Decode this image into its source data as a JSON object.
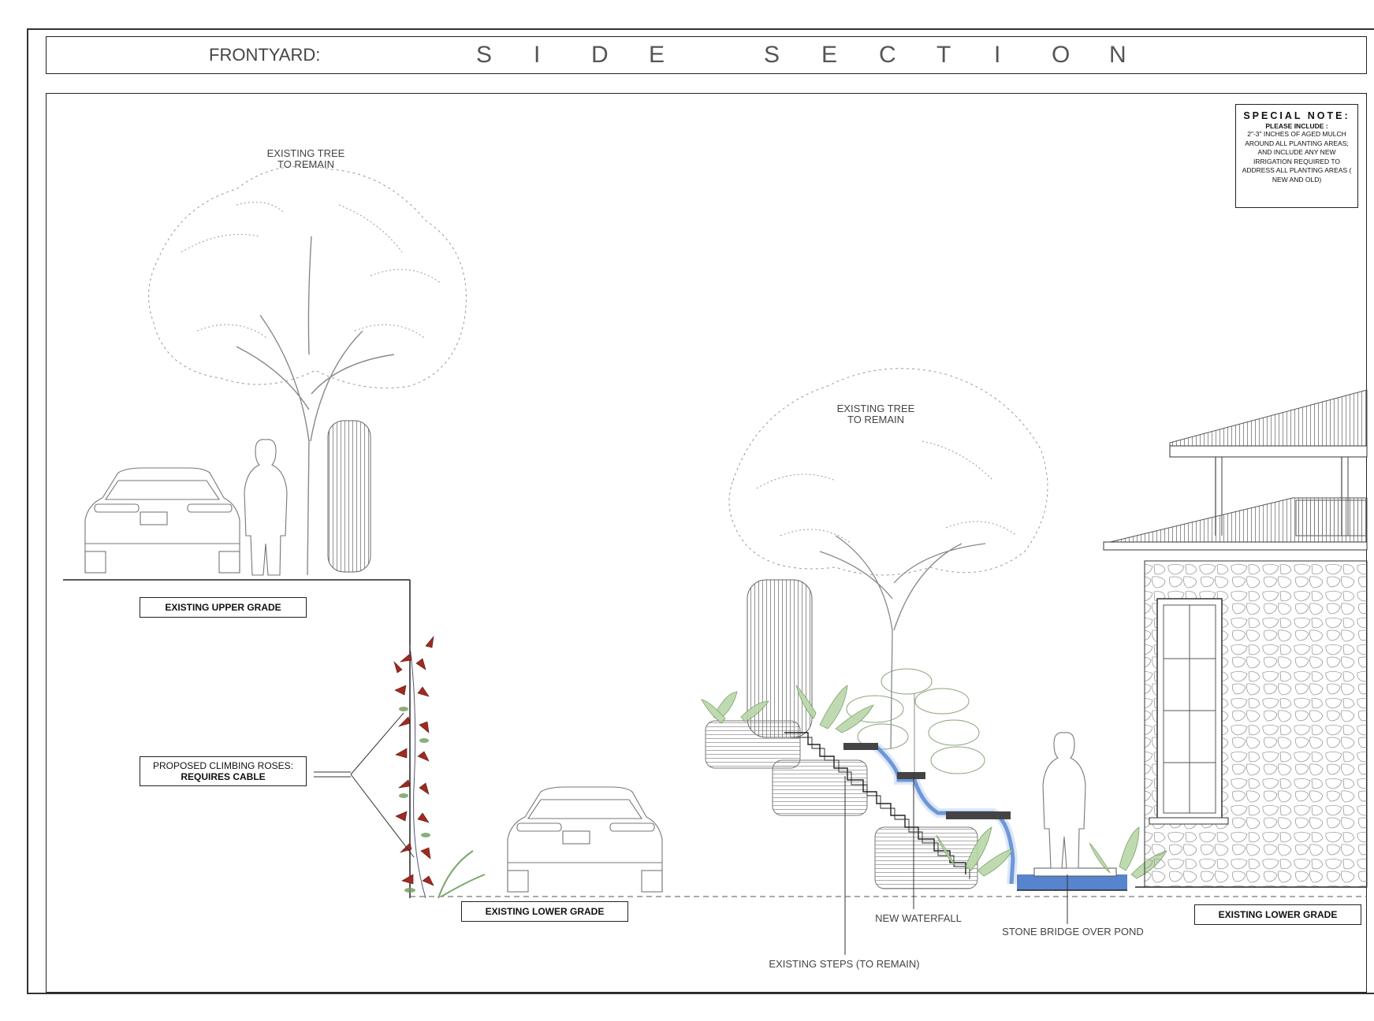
{
  "title": {
    "left": "FRONTYARD:",
    "right": "SIDE SECTION"
  },
  "special_note": {
    "heading": "SPECIAL NOTE:",
    "sub": "PLEASE INCLUDE :",
    "line1": "2\"-3\" INCHES OF AGED MULCH AROUND ALL PLANTING AREAS;",
    "line2": "AND INCLUDE ANY NEW IRRIGATION REQUIRED TO ADDRESS ALL PLANTING AREAS ( NEW AND OLD)"
  },
  "labels": {
    "tree_left_1": "EXISTING TREE",
    "tree_left_2": "TO REMAIN",
    "tree_right_1": "EXISTING TREE",
    "tree_right_2": "TO REMAIN",
    "upper_grade": "EXISTING UPPER GRADE",
    "lower_grade_left": "EXISTING LOWER GRADE",
    "lower_grade_right": "EXISTING LOWER GRADE",
    "roses_1": "PROPOSED CLIMBING ROSES:",
    "roses_2": "REQUIRES CABLE",
    "waterfall": "NEW WATERFALL",
    "bridge": "STONE BRIDGE OVER POND",
    "steps": "EXISTING STEPS (TO REMAIN)"
  },
  "colors": {
    "water": "#3a6fc4",
    "rose": "#a02a1f",
    "foliage": "#7aa66a",
    "line": "#222222"
  }
}
